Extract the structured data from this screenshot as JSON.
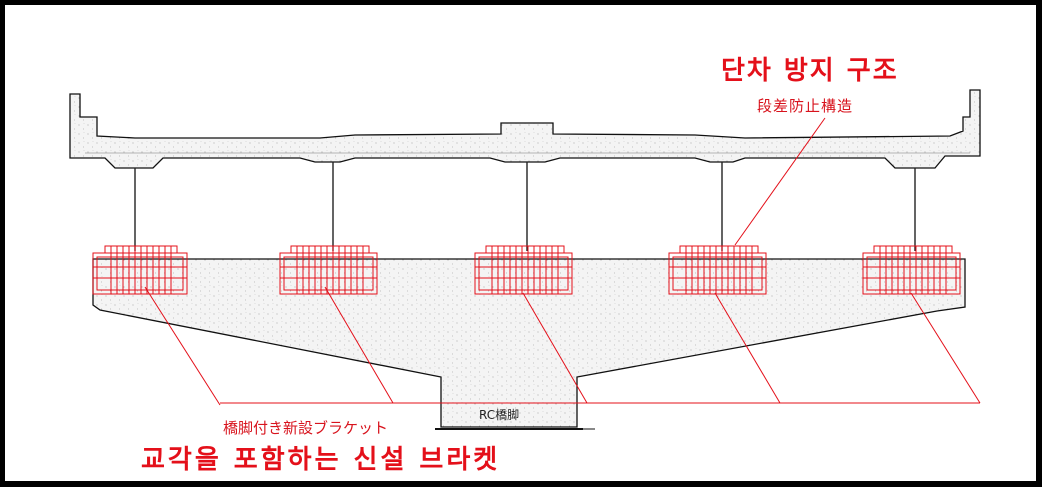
{
  "title_ko": "단차 방지 구조",
  "title_jp": "段差防止構造",
  "bracket_jp": "橋脚付き新設ブラケット",
  "bracket_ko": "교각을 포함하는 신설 브라켓",
  "pier_label": "RC橋脚",
  "colors": {
    "annotation": "#e4101a",
    "outline": "#000000",
    "concrete": "#f2f2f2"
  }
}
